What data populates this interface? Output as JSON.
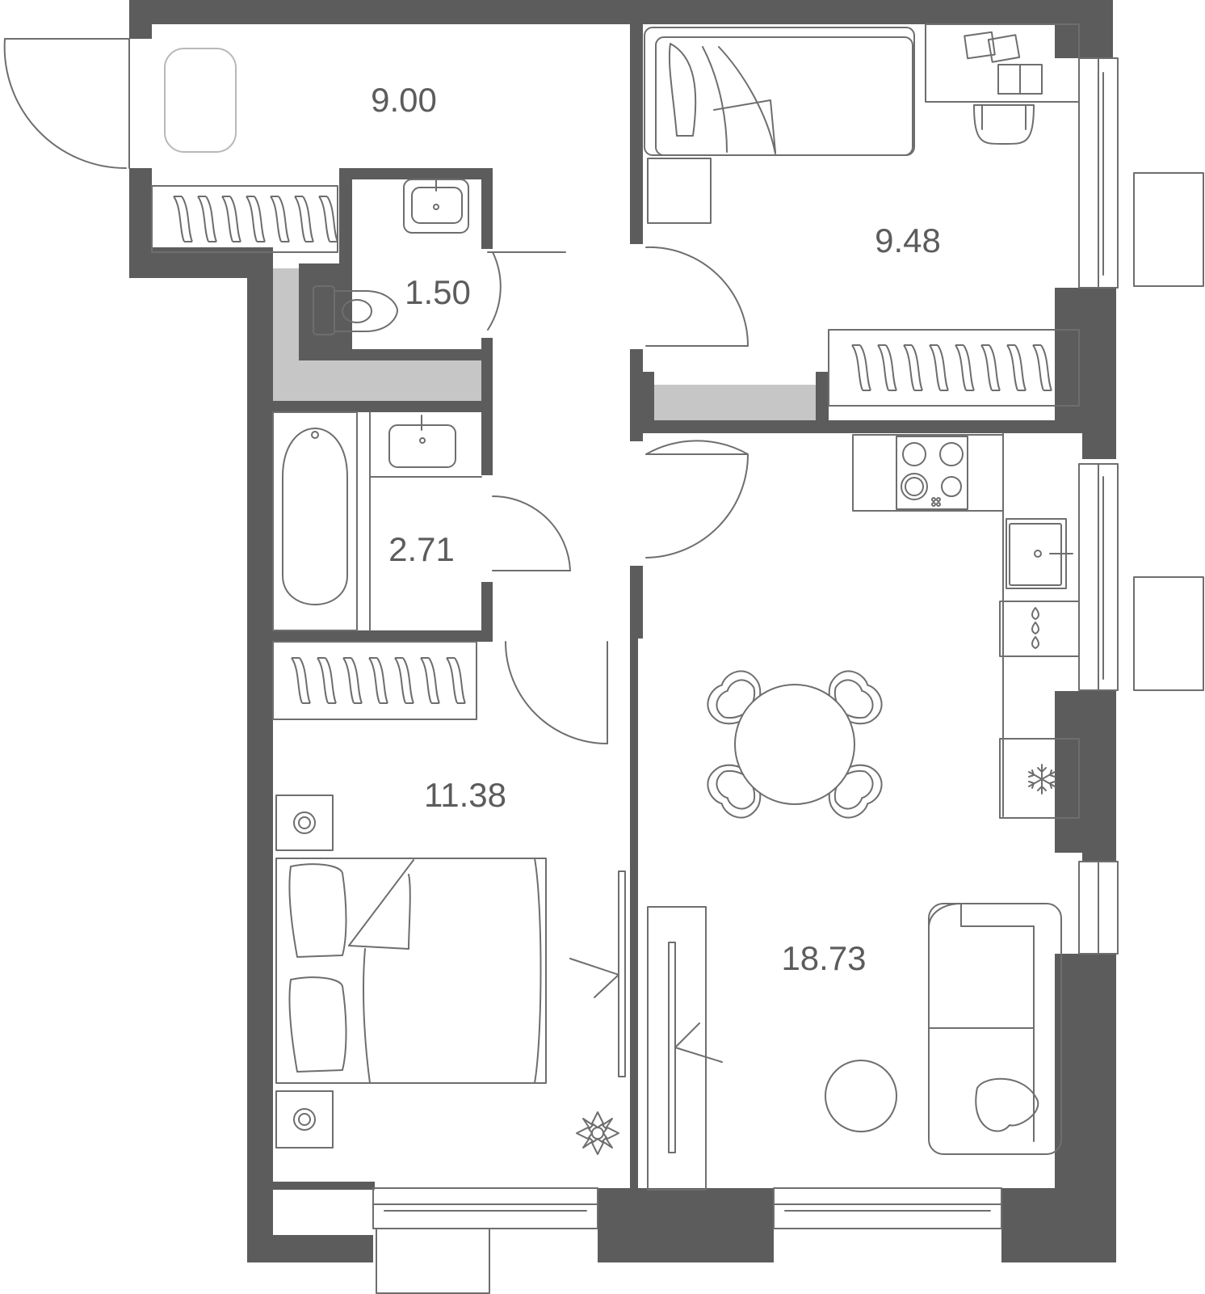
{
  "rooms": {
    "entrance": {
      "area": "9.00"
    },
    "bedroom_small": {
      "area": "9.48"
    },
    "toilet": {
      "area": "1.50"
    },
    "bathroom": {
      "area": "2.71"
    },
    "bedroom_main": {
      "area": "11.38"
    },
    "living_kitchen": {
      "area": "18.73"
    }
  },
  "icons": [
    "snowflake-icon",
    "flower-icon"
  ],
  "colors": {
    "wall": "#5c5c5c",
    "shaft": "#c6c6c6",
    "line": "#6e6e6e",
    "background": "#ffffff"
  }
}
